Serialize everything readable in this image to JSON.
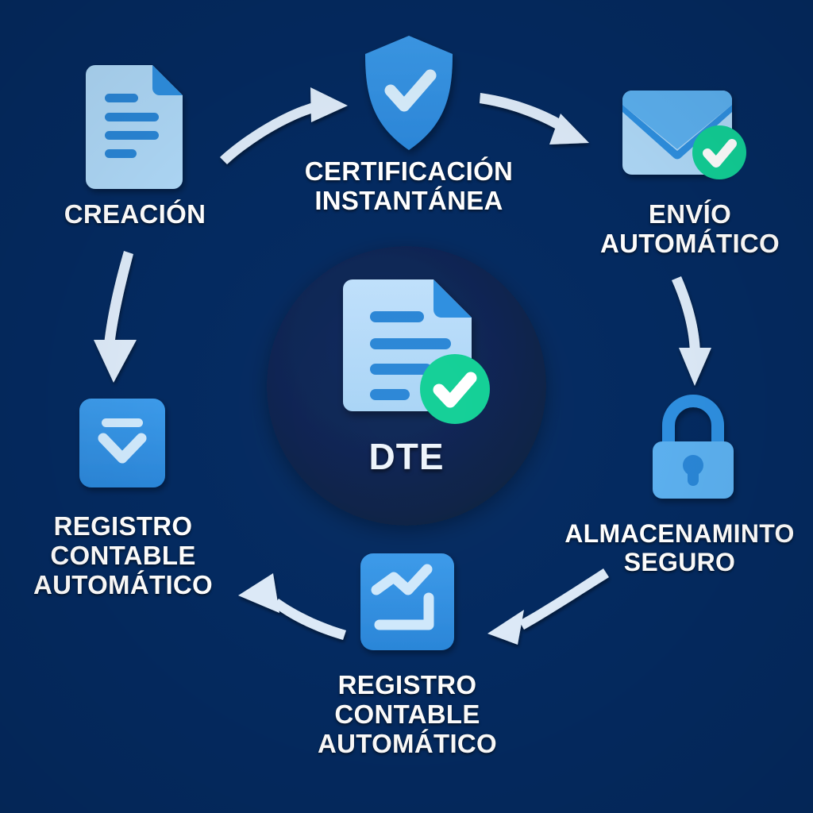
{
  "diagram": {
    "title_center": "DTE",
    "background_color": "#042a60",
    "center_circle_color": "#0a2350",
    "accent_blue": "#2e8fe0",
    "light_blue": "#aed8f7",
    "green": "#12cf96",
    "arrow_color": "#dce9f7",
    "type": "cycle-flow"
  },
  "nodes": [
    {
      "id": "creacion",
      "label": "CREACIÓN",
      "icon": "document-icon",
      "order": 1
    },
    {
      "id": "certificacion",
      "label": "CERTIFICACIÓN\nINSTANTÁNEA",
      "icon": "shield-check-icon",
      "order": 2
    },
    {
      "id": "envio",
      "label": "ENVÍO\nAUTOMÁTICO",
      "icon": "envelope-check-icon",
      "order": 3
    },
    {
      "id": "almacenamiento",
      "label": "ALMACENAMINTO\nSEGURO",
      "icon": "lock-icon",
      "order": 4
    },
    {
      "id": "registro-bottom",
      "label": "REGISTRO\nCONTABLE\nAUTOMÁTICO",
      "icon": "line-chart-icon",
      "order": 5
    },
    {
      "id": "registro-left",
      "label": "REGISTRO\nCONTABLE\nAUTOMÁTICO",
      "icon": "download-chevron-icon",
      "order": 6
    }
  ],
  "center": {
    "label": "DTE",
    "icon": "document-check-icon"
  },
  "arrows": [
    {
      "id": "a1",
      "from": "creacion",
      "to": "certificacion"
    },
    {
      "id": "a2",
      "from": "certificacion",
      "to": "envio"
    },
    {
      "id": "a3",
      "from": "envio",
      "to": "almacenamiento"
    },
    {
      "id": "a4",
      "from": "almacenamiento",
      "to": "registro-bottom"
    },
    {
      "id": "a5",
      "from": "registro-bottom",
      "to": "registro-left"
    },
    {
      "id": "a6",
      "from": "registro-left",
      "to": "creacion"
    }
  ]
}
